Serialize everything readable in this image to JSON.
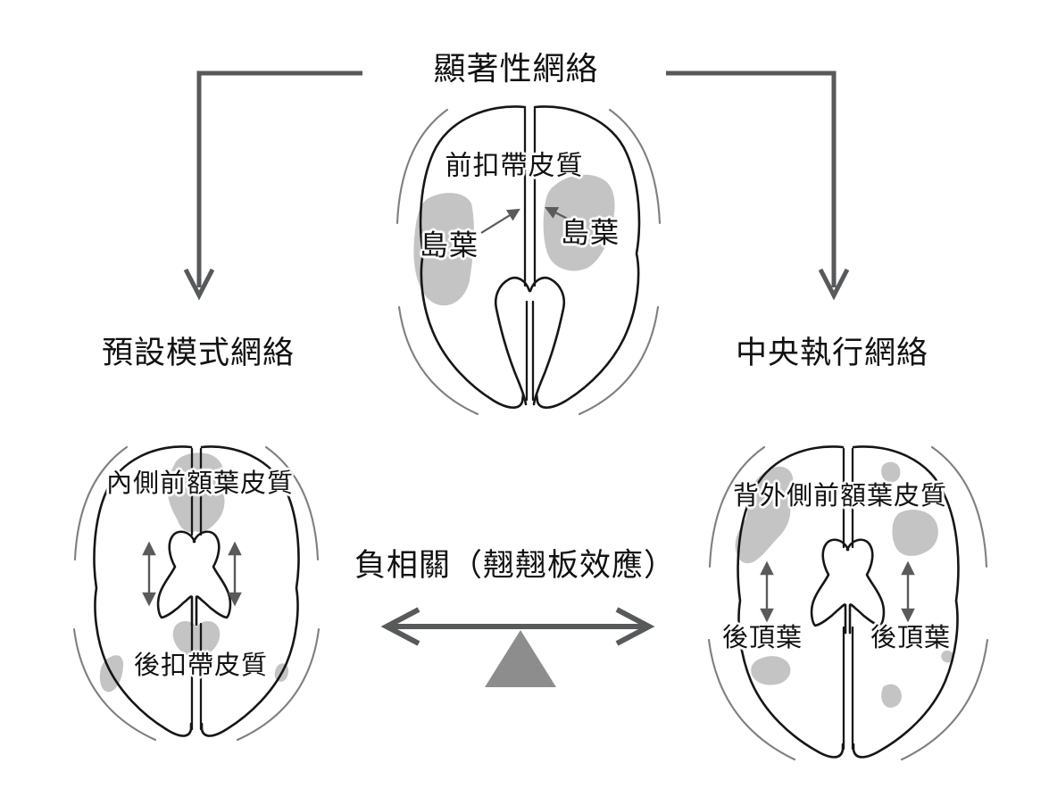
{
  "figure": {
    "title": "顯著性網絡",
    "relation_label": "負相關（翹翹板效應）"
  },
  "networks": {
    "salience": "顯著性網絡",
    "default_mode": "預設模式網絡",
    "central_executive": "中央執行網絡"
  },
  "salience_brain": {
    "acc": "前扣帶皮質",
    "insula_left": "島葉",
    "insula_right": "島葉"
  },
  "dmn_brain": {
    "mpfc": "內側前額葉皮質",
    "pcc": "後扣帶皮質"
  },
  "cen_brain": {
    "dlpfc": "背外側前額葉皮質",
    "ppc_left": "後頂葉",
    "ppc_right": "後頂葉"
  },
  "colors": {
    "background": "#ffffff",
    "outline": "#161616",
    "skull_arc": "#7f7f7f",
    "region_fill": "#c4c4c4",
    "arrow": "#58595b",
    "pointer": "#5a5a5a",
    "fulcrum": "#8d8d8d",
    "text": "#111111"
  }
}
